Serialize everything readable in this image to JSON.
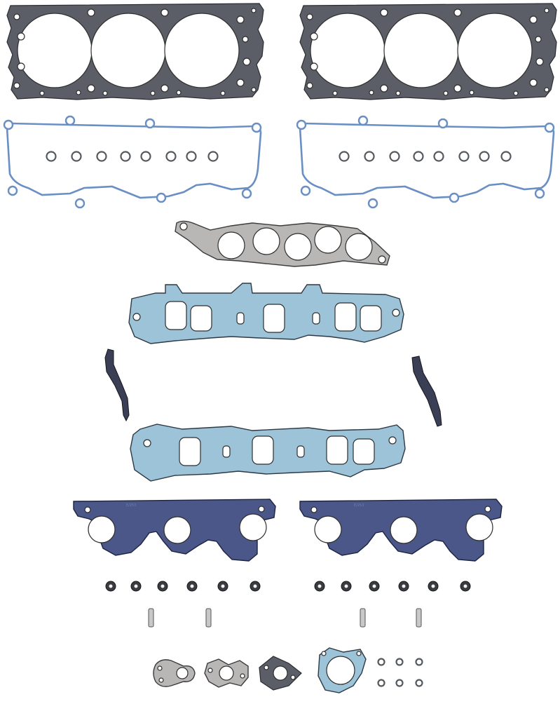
{
  "image": {
    "subject": "gasket-set",
    "background_color": "#ffffff",
    "colors": {
      "head_gasket": "#5b5e66",
      "valve_cover_gasket": "#6a8fc4",
      "throttle_gasket": "#b9b6b6",
      "intake_gasket": "#9cc3d8",
      "exhaust_gasket": "#4a5788",
      "seal": "#3a3c40"
    }
  },
  "labels": {
    "exhaust_left_print": "E/253",
    "exhaust_right_print": "E/253"
  }
}
